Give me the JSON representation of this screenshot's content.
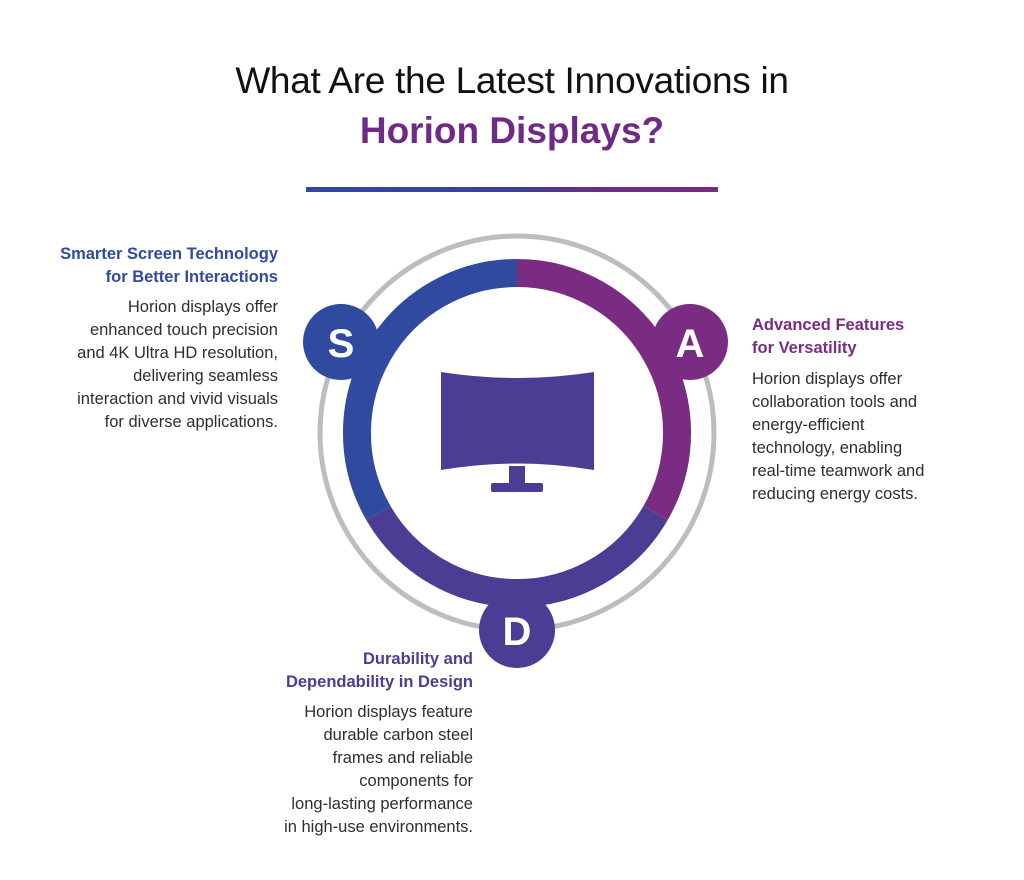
{
  "title": {
    "line1": "What Are the Latest Innovations in",
    "line2": "Horion Displays?"
  },
  "colors": {
    "blue": "#2f4a9e",
    "purple": "#7a2b82",
    "indigo": "#4b3d94",
    "ring_gray": "#bdbdbd"
  },
  "center_icon": "curved-monitor-icon",
  "sections": {
    "s": {
      "letter": "S",
      "heading_line1": "Smarter Screen Technology",
      "heading_line2": "for Better Interactions",
      "body": [
        "Horion displays offer",
        "enhanced touch precision",
        "and 4K Ultra HD resolution,",
        "delivering seamless",
        "interaction and vivid visuals",
        "for diverse applications."
      ]
    },
    "a": {
      "letter": "A",
      "heading_line1": "Advanced Features",
      "heading_line2": "for Versatility",
      "body": [
        "Horion displays offer",
        "collaboration tools and",
        "energy-efficient",
        "technology, enabling",
        "real-time teamwork and",
        "reducing energy costs."
      ]
    },
    "d": {
      "letter": "D",
      "heading_line1": "Durability and",
      "heading_line2": "Dependability in Design",
      "body": [
        "Horion displays feature",
        "durable carbon steel",
        "frames and reliable",
        "components for",
        "long-lasting performance",
        "in high-use environments."
      ]
    }
  }
}
